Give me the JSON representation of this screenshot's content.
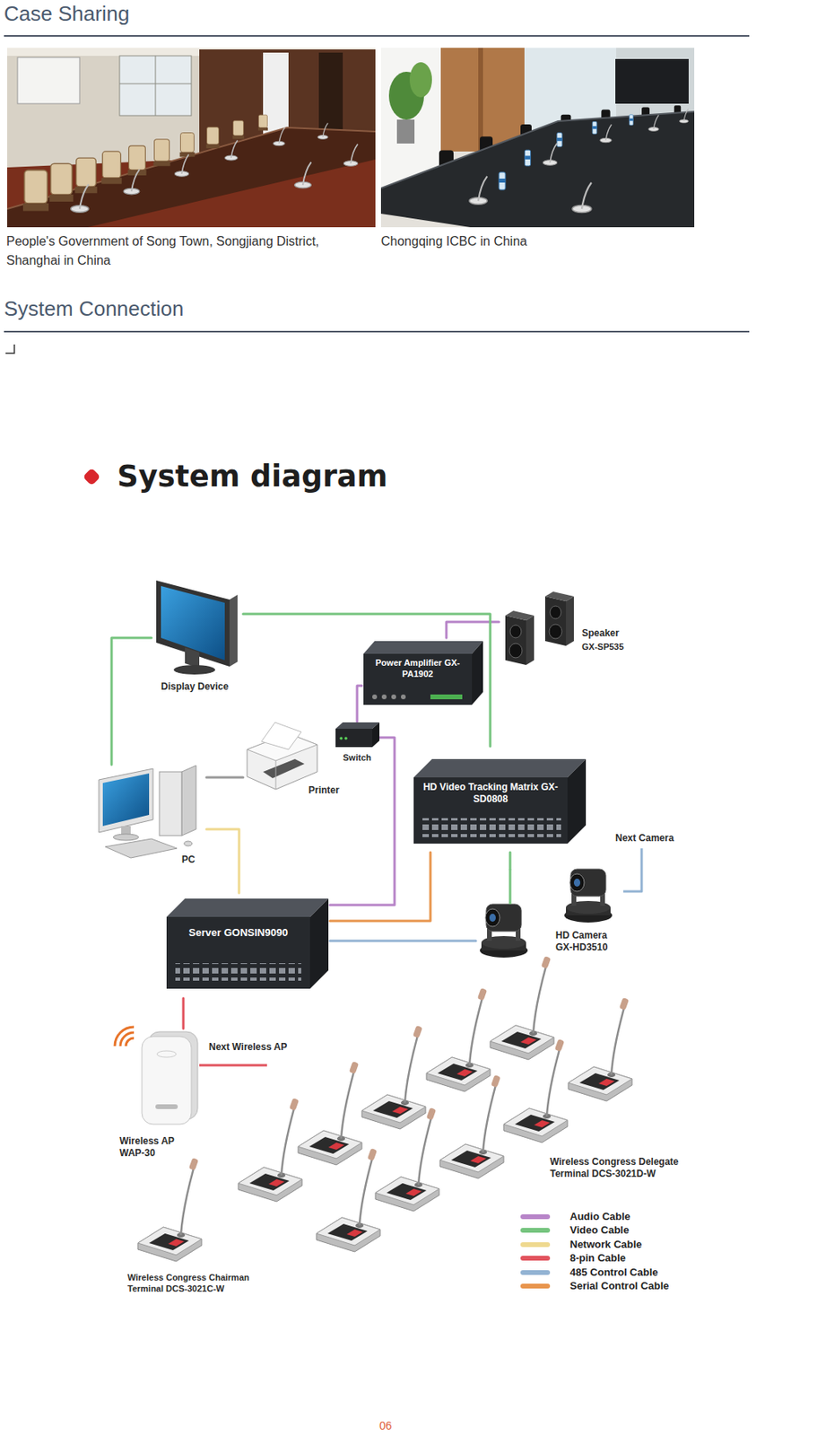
{
  "diagram": {
    "title": "System diagram",
    "nodes": [
      {
        "text": [
          "Display Device"
        ]
      },
      {
        "text": [
          "Speaker",
          "GX-SP535"
        ]
      },
      {
        "text": [
          "Power Amplifier GX-PA1902"
        ]
      },
      {
        "text": [
          "Switch"
        ]
      },
      {
        "text": [
          "Printer"
        ]
      },
      {
        "text": [
          "PC"
        ]
      },
      {
        "text": [
          "HD Video Tracking Matrix GX-SD0808"
        ]
      },
      {
        "text": [
          "HD Camera GX-HD3510"
        ]
      },
      {
        "text": [
          "Server GONSIN9090"
        ]
      },
      {
        "text": [
          "Wireless AP WAP-30"
        ]
      },
      {
        "text": [
          "Wireless Congress Delegate Terminal DCS-3021D-W"
        ]
      },
      {
        "text": [
          "Wireless Congress Chairman Terminal DCS-3021C-W"
        ]
      }
    ],
    "edges": [
      {
        "from": 2,
        "to": 1,
        "arrow": "none"
      },
      {
        "from": 8,
        "to": 3,
        "arrow": "none"
      },
      {
        "from": 3,
        "to": 2,
        "arrow": "none"
      },
      {
        "from": 0,
        "to": 6,
        "arrow": "none"
      },
      {
        "from": 0,
        "to": 5,
        "arrow": "none"
      },
      {
        "from": 6,
        "to": 7,
        "arrow": "none"
      },
      {
        "from": 5,
        "to": 4,
        "arrow": "none"
      },
      {
        "from": 5,
        "to": 8,
        "arrow": "none"
      },
      {
        "from": 8,
        "to": 9,
        "arrow": "none"
      },
      {
        "from": 8,
        "to": 7,
        "arrow": "none"
      },
      {
        "from": 8,
        "to": 6,
        "arrow": "none"
      }
    ],
    "labels": [
      "Case Sharing",
      "People's Government of Song Town, Songjiang District, Shanghai in China",
      "Chongqing ICBC in China",
      "System Connection",
      "Next Camera",
      "Next Wireless AP",
      "06"
    ],
    "legend": [
      {
        "text": "Audio Cable",
        "color": "#b784c8"
      },
      {
        "text": "Video Cable",
        "color": "#76c47f"
      },
      {
        "text": "Network Cable",
        "color": "#efd98f"
      },
      {
        "text": "8-pin Cable",
        "color": "#e2545e"
      },
      {
        "text": "485 Control Cable",
        "color": "#93b3d3"
      },
      {
        "text": "Serial Control Cable",
        "color": "#e8954d"
      }
    ]
  }
}
